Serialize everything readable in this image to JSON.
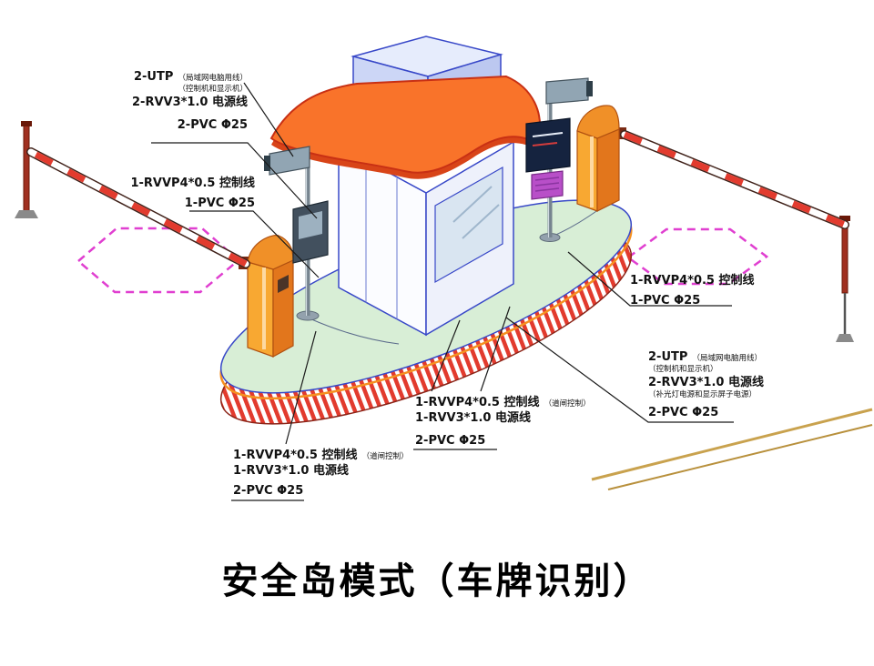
{
  "title": "安全岛模式（车牌识别）",
  "colors": {
    "roof_orange": "#f9732a",
    "island_green": "#d8eed6",
    "stripe_red": "#e23b2e",
    "cabinet_orange": "#f59a28",
    "loop_magenta": "#e03fd0",
    "outline_blue": "#3848c8",
    "lane_line_tan": "#c9a24e"
  },
  "callouts": {
    "top_left": {
      "utp": "2-UTP",
      "utp_note": "（局域网电脑用线）",
      "machines_note": "（控制机和显示机）",
      "power": "2-RVV3*1.0 电源线",
      "pvc": "2-PVC Φ25"
    },
    "left": {
      "ctrl": "1-RVVP4*0.5 控制线",
      "pvc": "1-PVC Φ25"
    },
    "right_upper": {
      "ctrl": "1-RVVP4*0.5 控制线",
      "pvc": "1-PVC Φ25"
    },
    "right_lower": {
      "utp": "2-UTP",
      "utp_note": "（局域网电脑用线）",
      "machines_note": "（控制机和显示机）",
      "power": "2-RVV3*1.0 电源线",
      "power_note": "（补光灯电源和显示屏子电源）",
      "pvc": "2-PVC Φ25"
    },
    "center_bottom": {
      "ctrl": "1-RVVP4*0.5 控制线",
      "ctrl_note": "（道闸控制）",
      "power": "1-RVV3*1.0 电源线",
      "pvc": "2-PVC Φ25"
    },
    "bottom_left": {
      "ctrl": "1-RVVP4*0.5 控制线",
      "ctrl_note": "（道闸控制）",
      "power": "1-RVV3*1.0 电源线",
      "pvc": "2-PVC Φ25"
    }
  }
}
